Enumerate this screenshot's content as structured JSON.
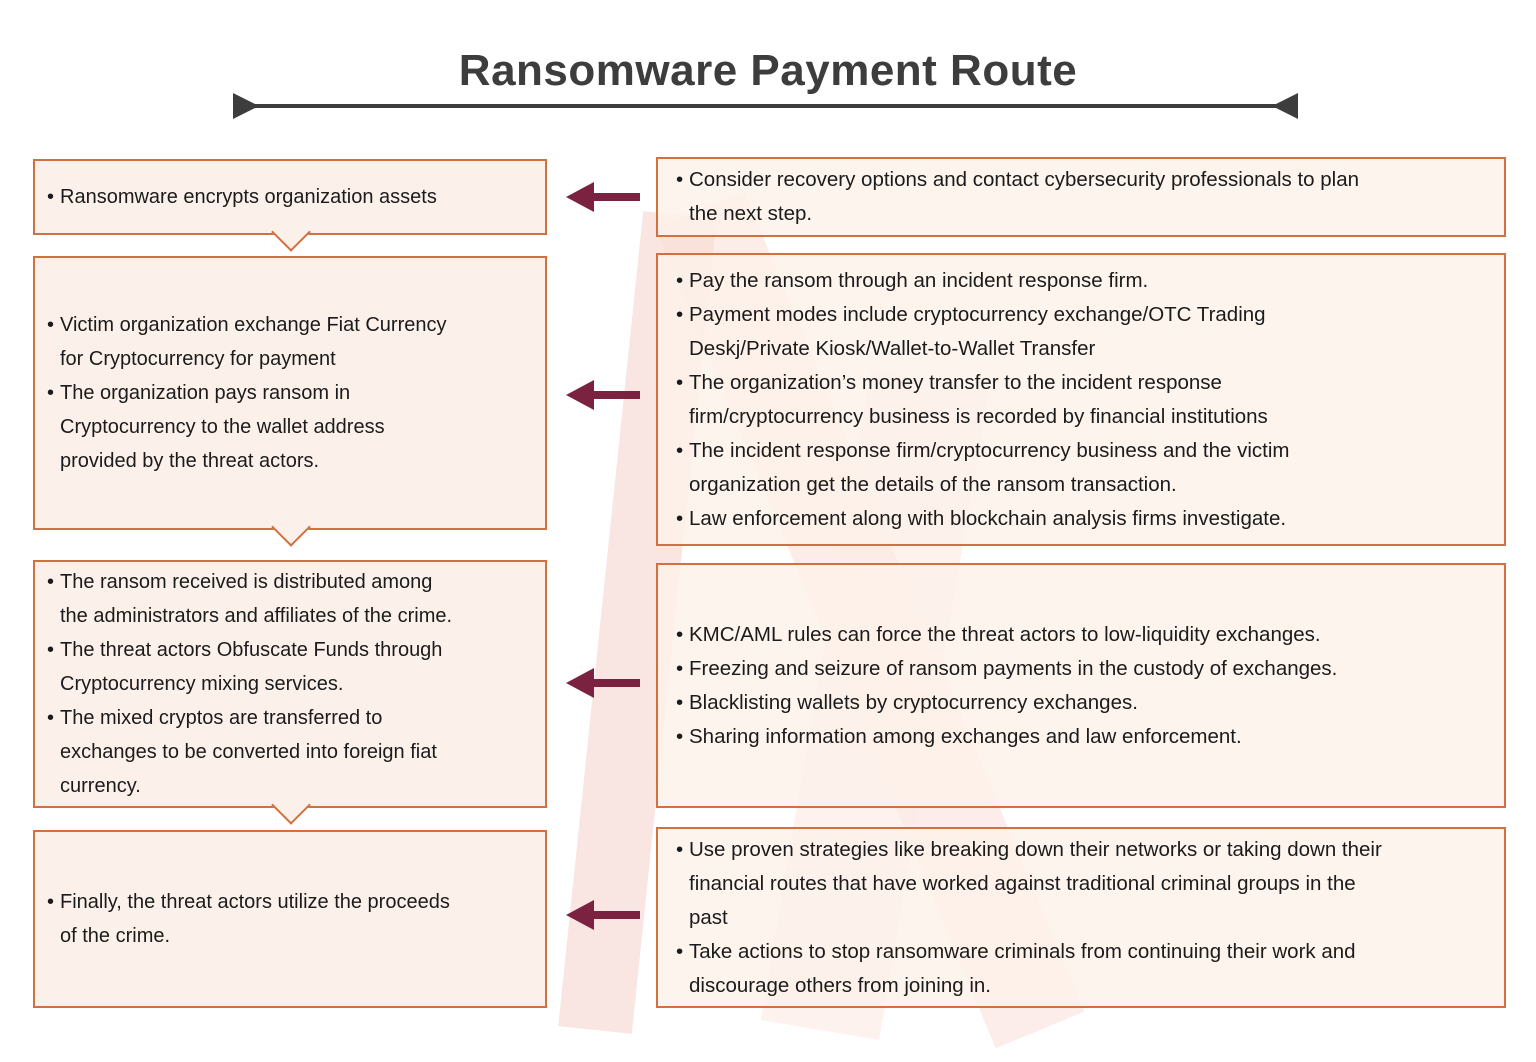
{
  "title": "Ransomware Payment Route",
  "glyphs": {
    "bullet": "•"
  },
  "colors": {
    "border_orange": "#d2703f",
    "box_fill": "#fcf1ea",
    "arrow_maroon": "#7b2240",
    "title_gray": "#3d3d3d",
    "text_dark": "#1b1b1b",
    "watermark_pink": "#f6d6d0"
  },
  "left_steps": [
    {
      "bullets": [
        "Ransomware encrypts organization assets"
      ]
    },
    {
      "bullets": [
        "Victim organization exchange Fiat Currency\nfor Cryptocurrency for payment",
        "The organization pays ransom in\nCryptocurrency to the wallet address\nprovided by the threat actors."
      ]
    },
    {
      "bullets": [
        "The ransom received is distributed among\nthe administrators and affiliates of the crime.",
        "The threat actors Obfuscate Funds through\nCryptocurrency mixing services.",
        "The mixed cryptos are transferred to\nexchanges to be converted into foreign fiat\ncurrency."
      ]
    },
    {
      "bullets": [
        "Finally, the threat actors utilize the proceeds\nof the crime."
      ]
    }
  ],
  "right_details": [
    {
      "bullets": [
        "Consider recovery options and contact cybersecurity professionals to plan\nthe next step."
      ]
    },
    {
      "bullets": [
        "Pay the ransom through an incident response firm.",
        "Payment modes include cryptocurrency exchange/OTC Trading\nDeskj/Private Kiosk/Wallet-to-Wallet Transfer",
        "The organization’s money transfer to the incident response\nfirm/cryptocurrency business is recorded by financial institutions",
        "The incident response firm/cryptocurrency business and the victim\norganization get the details of the ransom transaction.",
        "Law enforcement along with blockchain analysis firms investigate."
      ]
    },
    {
      "bullets": [
        "KMC/AML rules can force the threat actors to low-liquidity exchanges.",
        "Freezing and seizure of ransom payments in the custody of exchanges.",
        "Blacklisting wallets by cryptocurrency exchanges.",
        "Sharing information among exchanges and law enforcement."
      ]
    },
    {
      "bullets": [
        "Use proven strategies like breaking down their networks or taking down their\nfinancial routes that have worked against traditional criminal groups in the\npast",
        "Take actions to stop ransomware criminals from continuing their work and\ndiscourage others from joining in."
      ]
    }
  ]
}
